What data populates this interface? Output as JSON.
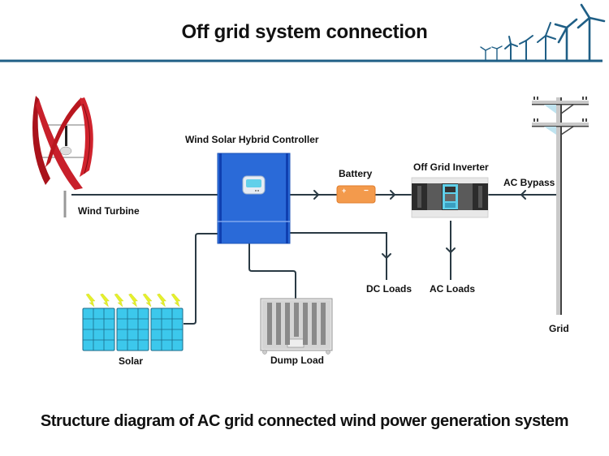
{
  "header": {
    "title": "Off grid system connection",
    "decoration": "wind-turbines-silhouette-icon"
  },
  "components": {
    "wind_turbine": {
      "label": "Wind Turbine",
      "icon": "vertical-axis-wind-turbine-icon",
      "color": "#c0161f"
    },
    "controller": {
      "label": "Wind Solar Hybrid Controller",
      "icon": "hybrid-controller-icon",
      "color": "#2466d6"
    },
    "battery": {
      "label": "Battery",
      "icon": "battery-icon",
      "terminals": [
        "+",
        "−"
      ],
      "color": "#f39a4c"
    },
    "inverter": {
      "label": "Off Grid Inverter",
      "icon": "inverter-icon"
    },
    "ac_bypass": {
      "label": "AC Bypass"
    },
    "grid": {
      "label": "Grid",
      "icon": "utility-pole-icon"
    },
    "dc_loads": {
      "label": "DC Loads"
    },
    "ac_loads": {
      "label": "AC Loads"
    },
    "solar": {
      "label": "Solar",
      "icon": "solar-panel-icon",
      "panel_count": 3,
      "color": "#3cc8ec"
    },
    "dump_load": {
      "label": "Dump Load",
      "icon": "dump-load-resistor-icon"
    }
  },
  "connections": [
    {
      "from": "Wind Turbine",
      "to": "Wind Solar Hybrid Controller"
    },
    {
      "from": "Solar",
      "to": "Wind Solar Hybrid Controller"
    },
    {
      "from": "Wind Solar Hybrid Controller",
      "to": "Battery",
      "arrow": true
    },
    {
      "from": "Battery",
      "to": "Off Grid Inverter",
      "arrow": true
    },
    {
      "from": "Grid",
      "to": "Off Grid Inverter",
      "via": "AC Bypass",
      "arrow": true
    },
    {
      "from": "Wind Solar Hybrid Controller",
      "to": "DC Loads",
      "arrow": true
    },
    {
      "from": "Off Grid Inverter",
      "to": "AC Loads",
      "arrow": true
    },
    {
      "from": "Wind Solar Hybrid Controller",
      "to": "Dump Load"
    }
  ],
  "footer": {
    "caption": "Structure diagram of AC grid connected wind power generation system"
  },
  "colors": {
    "header_line": "#1f5f86",
    "wire": "#2a3a44"
  }
}
